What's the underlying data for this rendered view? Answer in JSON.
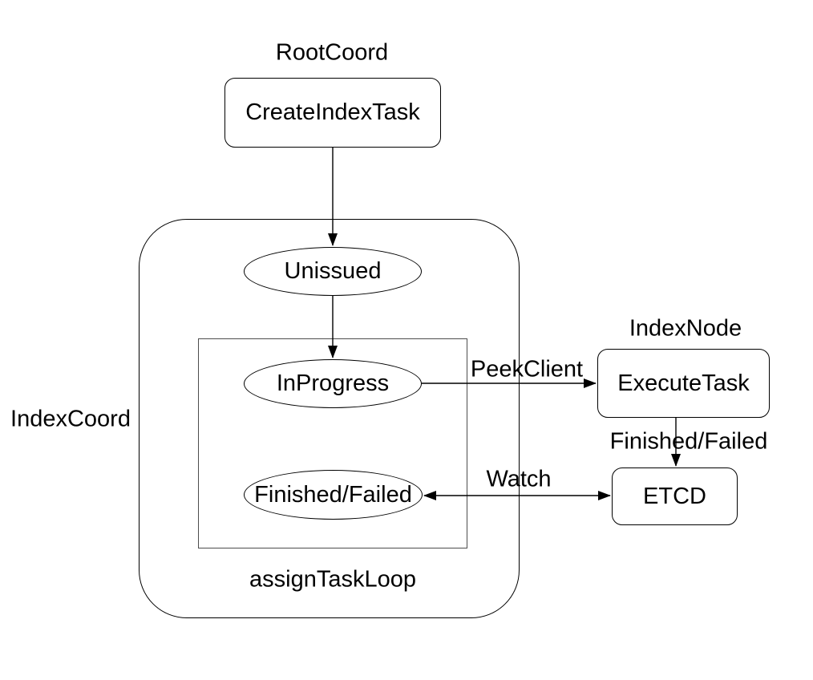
{
  "diagram": {
    "section_labels": {
      "root_coord": "RootCoord",
      "index_coord": "IndexCoord",
      "index_node": "IndexNode",
      "assign_task_loop": "assignTaskLoop"
    },
    "nodes": {
      "create_index_task": "CreateIndexTask",
      "unissued": "Unissued",
      "in_progress": "InProgress",
      "finished_failed": "Finished/Failed",
      "execute_task": "ExecuteTask",
      "etcd": "ETCD"
    },
    "edge_labels": {
      "peek_client": "PeekClient",
      "finished_failed": "Finished/Failed",
      "watch": "Watch"
    },
    "colors": {
      "stroke": "#000000",
      "inner_container_stroke": "#4d4d4d",
      "text": "#000000",
      "background": "#ffffff"
    }
  }
}
